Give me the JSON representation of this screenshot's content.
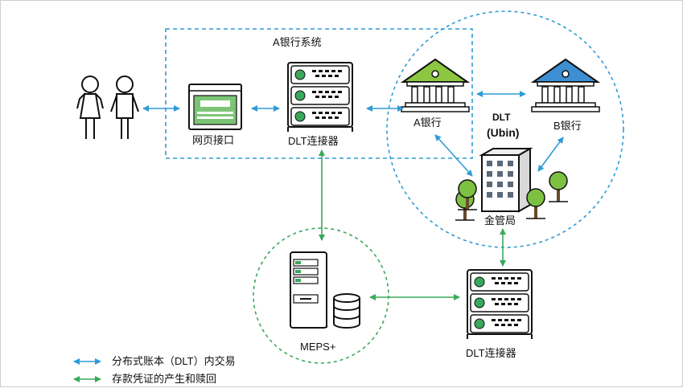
{
  "diagram": {
    "bank_a_system_label": "A银行系统",
    "web_interface_label": "网页接口",
    "dlt_connector_top_label": "DLT连接器",
    "bank_a_label": "A银行",
    "bank_b_label": "B银行",
    "dlt_title": "DLT",
    "dlt_subtitle": "(Ubin)",
    "mas_label": "金管局",
    "meps_label": "MEPS+",
    "dlt_connector_bottom_label": "DLT连接器"
  },
  "legend": {
    "blue_label": "分布式账本（DLT）内交易",
    "green_label": "存款凭证的产生和赎回"
  },
  "colors": {
    "blue_arrow": "#2e9bd6",
    "green_arrow": "#3aa85b",
    "bank_a_roof": "#8dc641",
    "bank_b_roof": "#3d8fd1",
    "tree": "#7cc142",
    "server_led": "#3aa85b",
    "web_page_content": "#7cc576"
  }
}
